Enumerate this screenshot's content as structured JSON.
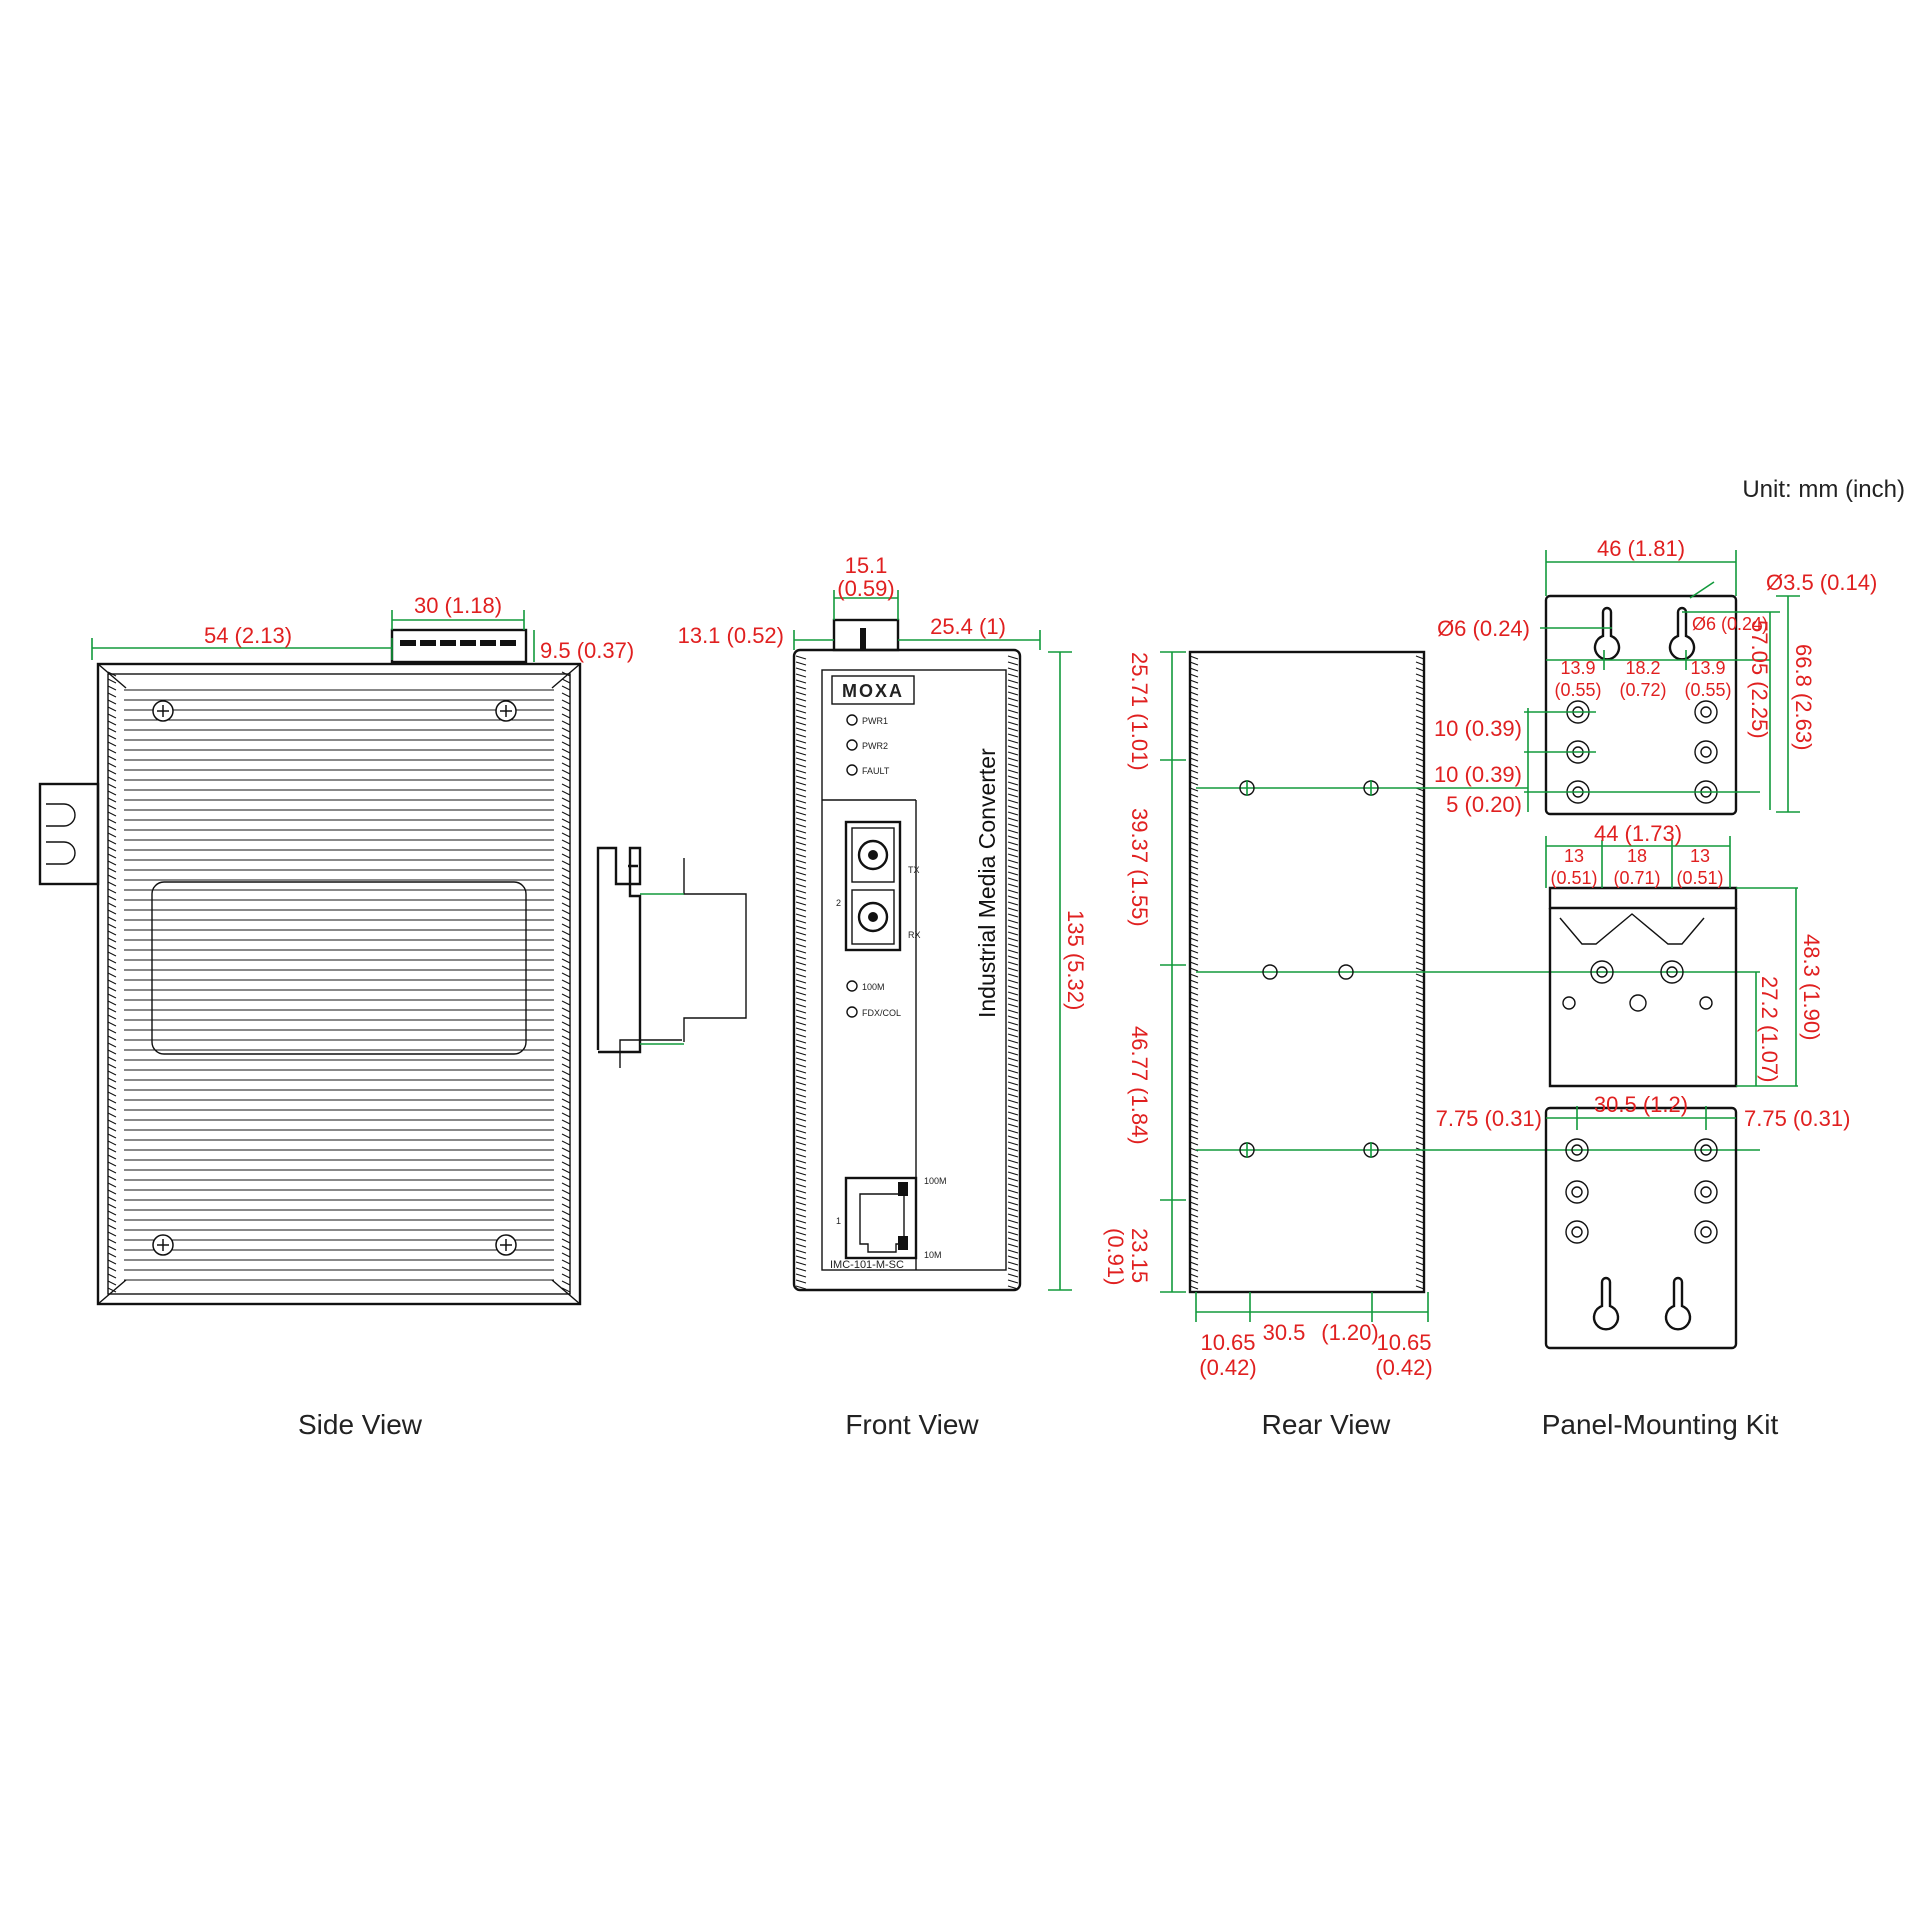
{
  "unit": "Unit: mm (inch)",
  "captions": {
    "side": "Side View",
    "front": "Front View",
    "rear": "Rear View",
    "panel": "Panel-Mounting Kit"
  },
  "side_dims": {
    "width": "54 (2.13)",
    "connector_width": "30 (1.18)",
    "connector_height": "9.5 (0.37)"
  },
  "front_dims": {
    "connector_w1": "15.1",
    "connector_w2": "(0.59)",
    "left_offset": "13.1 (0.52)",
    "right_offset": "25.4 (1)",
    "height": "135 (5.32)"
  },
  "front_panel": {
    "brand": "MOXA",
    "title": "Industrial Media Converter",
    "led_pwr1": "PWR1",
    "led_pwr2": "PWR2",
    "led_fault": "FAULT",
    "led_100m": "100M",
    "led_fdx": "FDX/COL",
    "port_tx": "TX",
    "port_rx": "RX",
    "port_2": "2",
    "port_1": "1",
    "rj_100m": "100M",
    "rj_10m": "10M",
    "model": "IMC-101-M-SC"
  },
  "rear_dims": {
    "d1": "25.71 (1.01)",
    "d2": "39.37 (1.55)",
    "d3": "46.77 (1.84)",
    "d4a": "23.15",
    "d4b": "(0.91)",
    "b1a": "10.65",
    "b1b": "(0.42)",
    "b2a": "30.5",
    "b2b": "(1.20)",
    "b3a": "10.65",
    "b3b": "(0.42)"
  },
  "panel_dims": {
    "top_width": "46 (1.81)",
    "hole_35": "Ø3.5 (0.14)",
    "hole_6_left": "Ø6 (0.24)",
    "hole_6_right": "Ø6 (0.24)",
    "h_5705": "57.05 (2.25)",
    "h_668": "66.8 (2.63)",
    "s1a": "13.9",
    "s1b": "(0.55)",
    "s2a": "18.2",
    "s2b": "(0.72)",
    "s3a": "13.9",
    "s3b": "(0.55)",
    "v1": "10 (0.39)",
    "v2": "10 (0.39)",
    "v3": "5 (0.20)",
    "mid_width": "44 (1.73)",
    "m1a": "13",
    "m1b": "(0.51)",
    "m2a": "18",
    "m2b": "(0.71)",
    "m3a": "13",
    "m3b": "(0.51)",
    "h_483": "48.3 (1.90)",
    "h_272": "27.2 (1.07)",
    "low_left": "7.75 (0.31)",
    "low_mid": "30.5 (1.2)",
    "low_right": "7.75 (0.31)"
  }
}
